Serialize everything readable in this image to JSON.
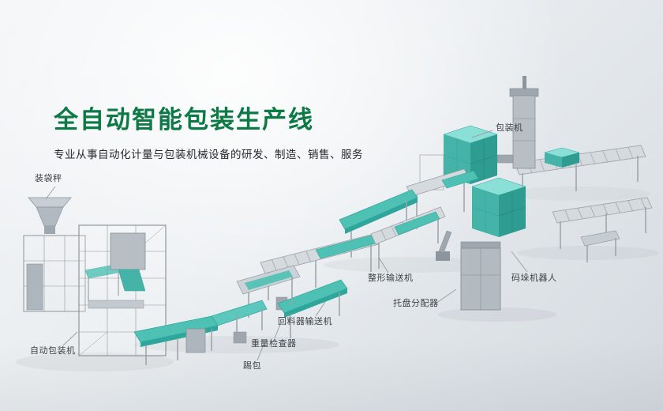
{
  "page": {
    "title": "全自动智能包装生产线",
    "subtitle": "专业从事自动化计量与包装机械设备的研发、制造、销售、服务"
  },
  "colors": {
    "title_green": "#0d7a45",
    "machine_teal": "#4ec0b4",
    "machine_teal_dark": "#2fa69b",
    "machine_gray": "#b7bec4",
    "label_text": "#3a4045",
    "leader_line": "#9aa0a5",
    "background_start": "#f2f4f6",
    "background_end": "#d3d9de"
  },
  "machine_labels": [
    {
      "id": "bagging-scale",
      "text": "装袋秤"
    },
    {
      "id": "packing-machine",
      "text": "包装机"
    },
    {
      "id": "shaping-conveyor",
      "text": "整形输送机"
    },
    {
      "id": "palletizing-robot",
      "text": "码垛机器人"
    },
    {
      "id": "pallet-distributor",
      "text": "托盘分配器"
    },
    {
      "id": "return-feeder-conveyor",
      "text": "回料器输送机"
    },
    {
      "id": "weight-checker",
      "text": "重量检查器"
    },
    {
      "id": "kick-bag",
      "text": "踢包"
    },
    {
      "id": "auto-packing-machine",
      "text": "自动包装机"
    }
  ]
}
